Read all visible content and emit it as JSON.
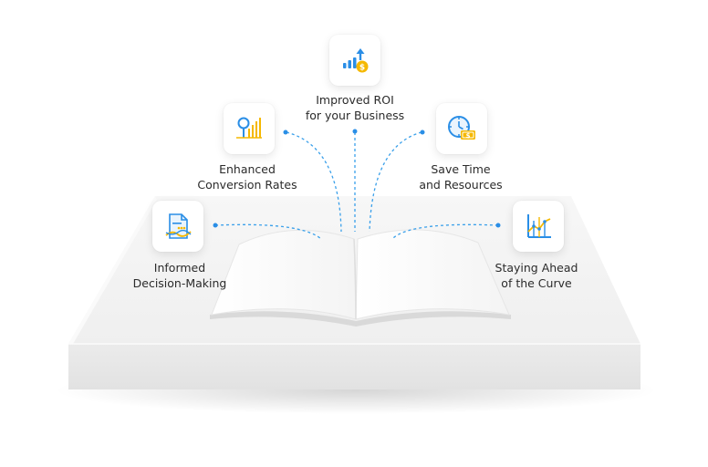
{
  "benefits": [
    {
      "id": "informed",
      "icon": "document-chart-icon",
      "line1": "Informed",
      "line2": "Decision-Making"
    },
    {
      "id": "conversion",
      "icon": "magnifier-bars-icon",
      "line1": "Enhanced",
      "line2": "Conversion Rates"
    },
    {
      "id": "roi",
      "icon": "growth-bars-coin-icon",
      "line1": "Improved ROI",
      "line2": "for your Business"
    },
    {
      "id": "time",
      "icon": "clock-money-icon",
      "line1": "Save Time",
      "line2": "and Resources"
    },
    {
      "id": "curve",
      "icon": "trend-chart-icon",
      "line1": "Staying Ahead",
      "line2": "of the Curve"
    }
  ],
  "colors": {
    "icon_blue": "#2a8ee6",
    "icon_yellow": "#f5b800",
    "connector": "#3aa0ea",
    "platform_top": "#f3f3f3",
    "platform_side": "#e9e9e9",
    "text": "#2b2b2b"
  }
}
